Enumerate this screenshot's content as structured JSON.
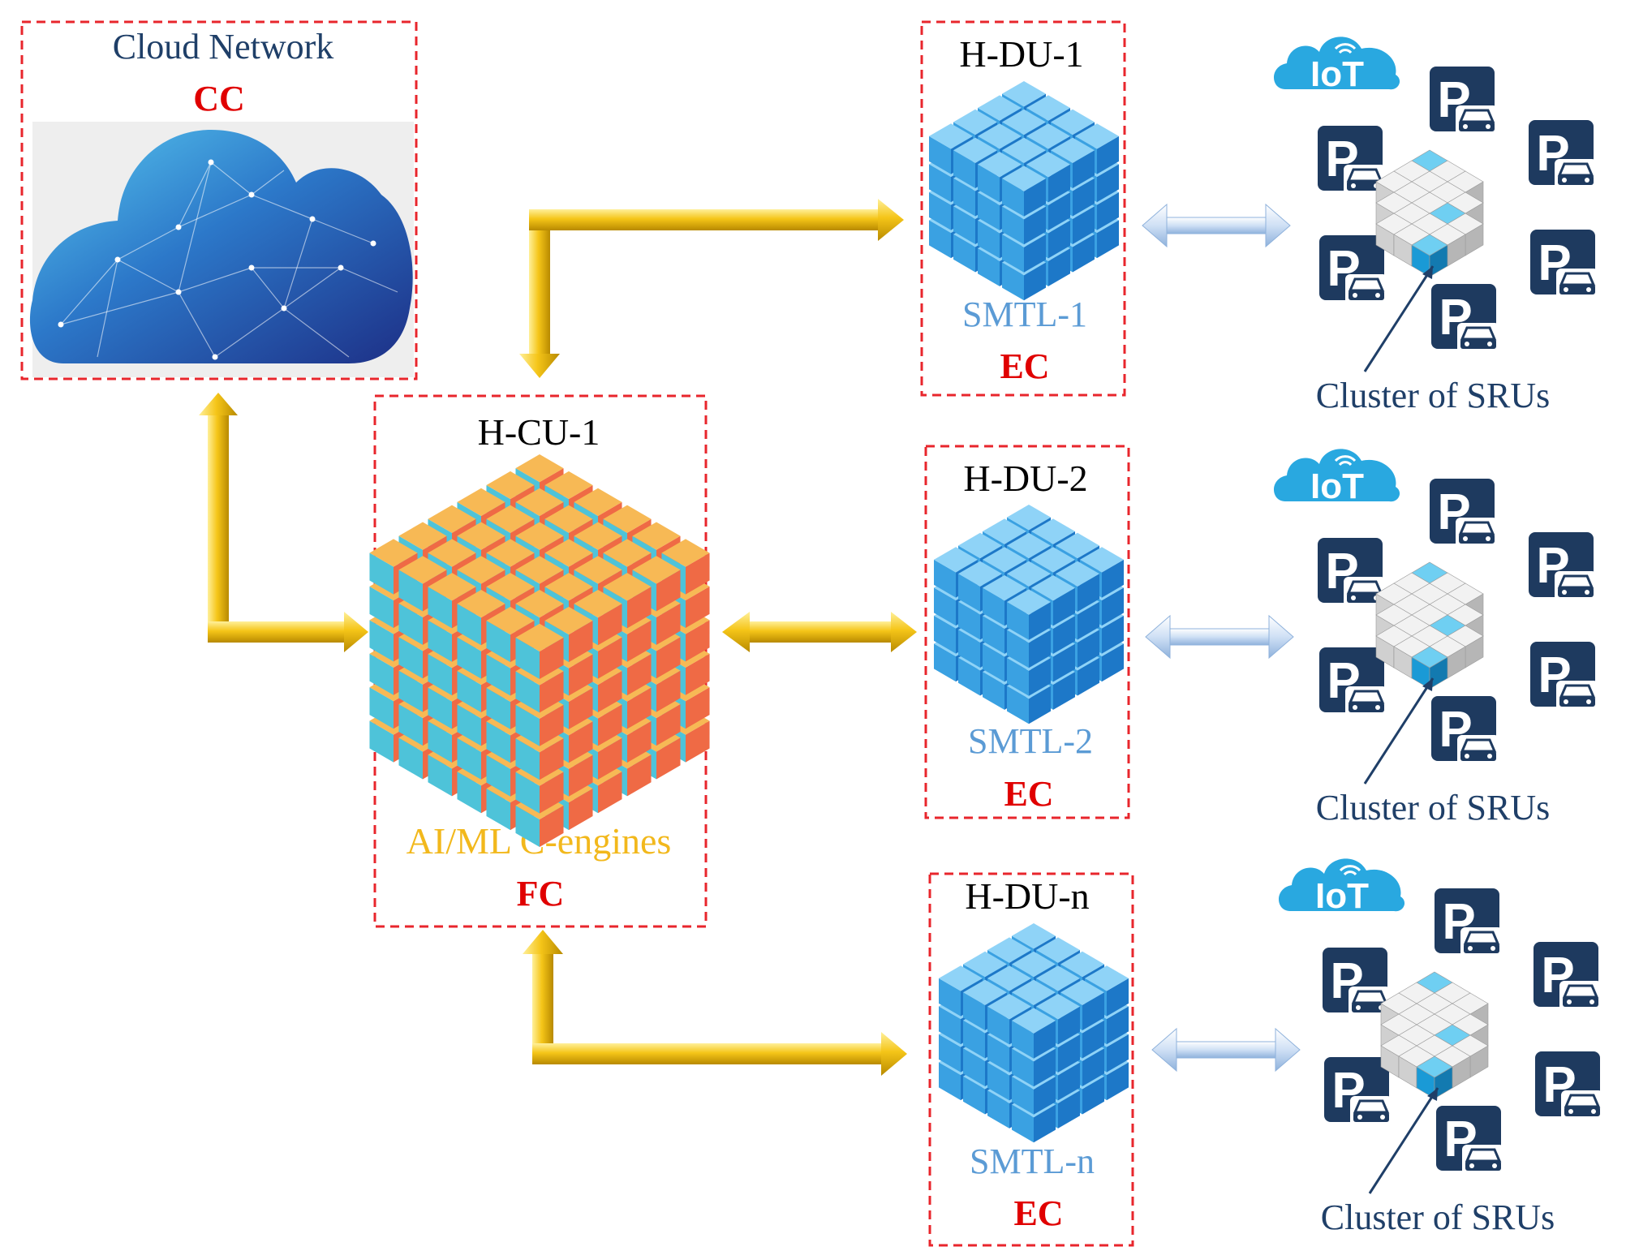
{
  "cloud": {
    "title": "Cloud Network",
    "tag": "CC"
  },
  "cu": {
    "title": "H-CU-1",
    "subtitle": "AI/ML C-engines",
    "tag": "FC"
  },
  "dus": [
    {
      "title": "H-DU-1",
      "label": "SMTL-1",
      "tag": "EC"
    },
    {
      "title": "H-DU-2",
      "label": "SMTL-2",
      "tag": "EC"
    },
    {
      "title": "H-DU-n",
      "label": "SMTL-n",
      "tag": "EC"
    }
  ],
  "clusters": [
    {
      "iot": "IoT",
      "parking": "P",
      "caption": "Cluster of SRUs"
    },
    {
      "iot": "IoT",
      "parking": "P",
      "caption": "Cluster of SRUs"
    },
    {
      "iot": "IoT",
      "parking": "P",
      "caption": "Cluster of SRUs"
    }
  ],
  "colors": {
    "box_border": "#e8262c",
    "tag": "#e00000",
    "cloud_title": "#1f3f68",
    "smtl": "#5b9bd5",
    "engine": "#f2b81c",
    "caption": "#1f3f68",
    "parking_bg": "#1e3a5f",
    "gold_arrow": "#f0b80a",
    "light_arrow": "#c9dbf2",
    "iot_cloud": "#29a8e0",
    "black": "#000000"
  }
}
